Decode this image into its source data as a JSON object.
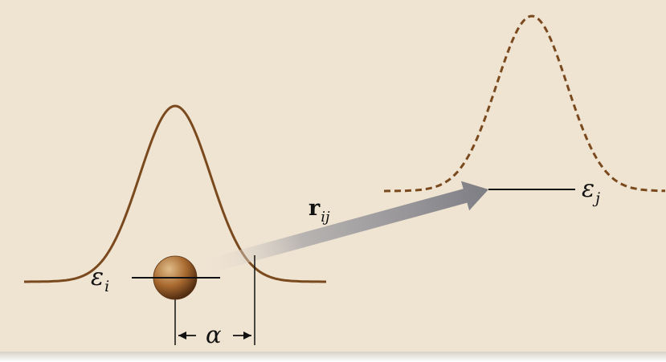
{
  "diagram": {
    "labels": {
      "energy_i_symbol": "ε",
      "energy_i_subscript": "i",
      "energy_j_symbol": "ε",
      "energy_j_subscript": "j",
      "vector_symbol": "r",
      "vector_subscript": "ij",
      "width_symbol": "α"
    },
    "colors": {
      "background": "#efe3d1",
      "bottom_shadow": "#d8d1c7",
      "curve": "#7a4a1e",
      "line": "#111111",
      "arrow_start": "#f0e6d8",
      "arrow_end": "#7f7f86",
      "sphere_light": "#e0bd8a",
      "sphere_mid": "#a8692f",
      "sphere_dark": "#4e2b10"
    },
    "icons": {
      "particle": "sphere-icon",
      "left_arrowhead": "arrow-right-icon",
      "right_arrowhead": "arrow-left-icon"
    }
  }
}
